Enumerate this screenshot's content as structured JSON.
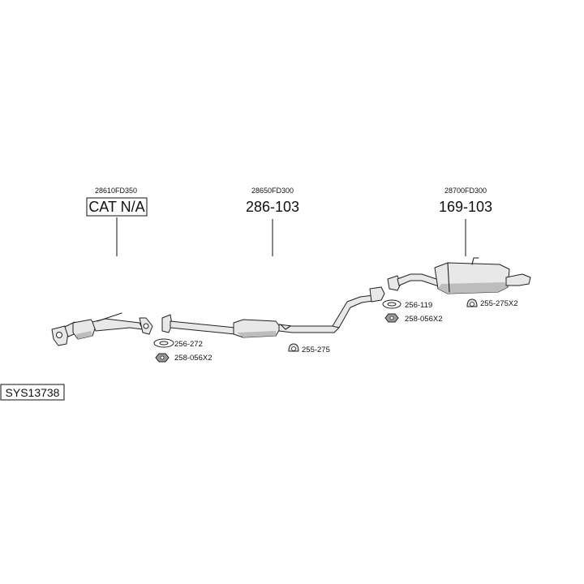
{
  "system_code": "SYS13738",
  "sections": [
    {
      "oe_number": "28610FD350",
      "part_number": "CAT N/A"
    },
    {
      "oe_number": "28650FD300",
      "part_number": "286-103"
    },
    {
      "oe_number": "28700FD300",
      "part_number": "169-103"
    }
  ],
  "fittings": [
    {
      "label": "256-272",
      "icon": "gasket-icon"
    },
    {
      "label": "258-056X2",
      "icon": "nut-icon"
    },
    {
      "label": "255-275",
      "icon": "rubber-mount-icon"
    },
    {
      "label": "256-119",
      "icon": "gasket-icon"
    },
    {
      "label": "258-056X2",
      "icon": "nut-icon"
    },
    {
      "label": "255-275X2",
      "icon": "rubber-mount-icon"
    }
  ]
}
